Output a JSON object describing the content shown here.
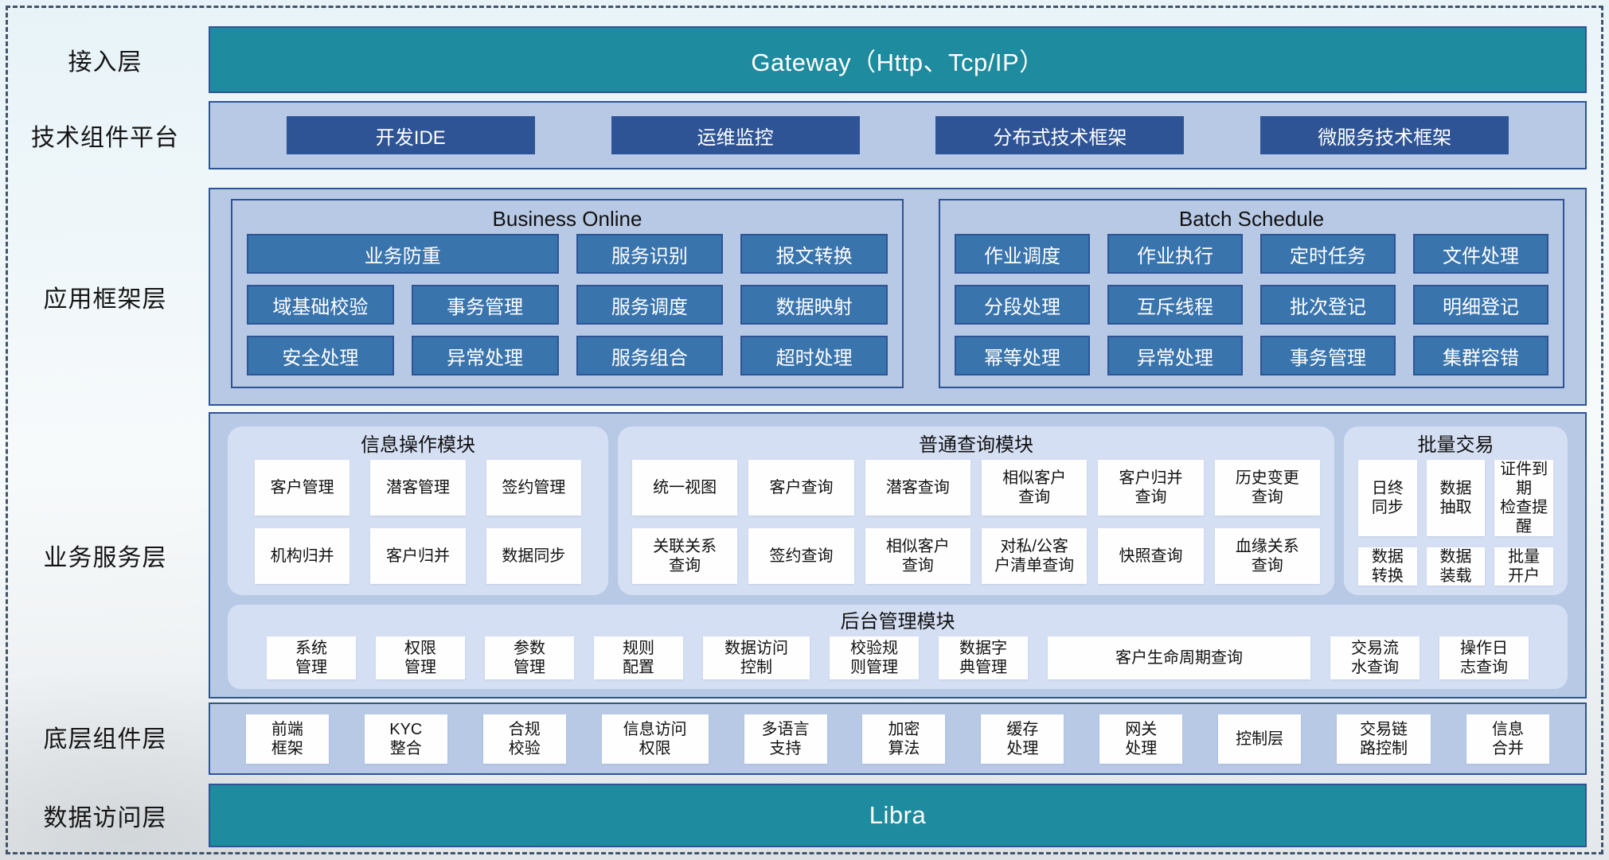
{
  "layers": {
    "access": {
      "label": "接入层",
      "gateway": "Gateway（Http、Tcp/IP）"
    },
    "tech": {
      "label": "技术组件平台",
      "items": [
        "开发IDE",
        "运维监控",
        "分布式技术框架",
        "微服务技术框架"
      ]
    },
    "framework": {
      "label": "应用框架层",
      "business_online": {
        "title": "Business Online",
        "wide": "业务防重",
        "row1": [
          "服务识别",
          "报文转换"
        ],
        "row2": [
          "域基础校验",
          "事务管理",
          "服务调度",
          "数据映射"
        ],
        "row3": [
          "安全处理",
          "异常处理",
          "服务组合",
          "超时处理"
        ]
      },
      "batch_schedule": {
        "title": "Batch Schedule",
        "rows": [
          [
            "作业调度",
            "作业执行",
            "定时任务",
            "文件处理"
          ],
          [
            "分段处理",
            "互斥线程",
            "批次登记",
            "明细登记"
          ],
          [
            "幂等处理",
            "异常处理",
            "事务管理",
            "集群容错"
          ]
        ]
      }
    },
    "service": {
      "label": "业务服务层",
      "info": {
        "title": "信息操作模块",
        "rows": [
          [
            "客户管理",
            "潜客管理",
            "签约管理"
          ],
          [
            "机构归并",
            "客户归并",
            "数据同步"
          ]
        ]
      },
      "query": {
        "title": "普通查询模块",
        "rows": [
          [
            "统一视图",
            "客户查询",
            "潜客查询",
            "相似客户\n查询",
            "客户归并\n查询",
            "历史变更\n查询"
          ],
          [
            "关联关系\n查询",
            "签约查询",
            "相似客户\n查询",
            "对私/公客\n户清单查询",
            "快照查询",
            "血缘关系\n查询"
          ]
        ]
      },
      "batch_trade": {
        "title": "批量交易",
        "rows": [
          [
            "日终\n同步",
            "数据\n抽取",
            "证件到期\n检查提醒"
          ],
          [
            "数据\n转换",
            "数据\n装载",
            "批量\n开户"
          ]
        ]
      },
      "admin": {
        "title": "后台管理模块",
        "items": [
          "系统\n管理",
          "权限\n管理",
          "参数\n管理",
          "规则\n配置",
          "数据访问\n控制",
          "校验规\n则管理",
          "数据字\n典管理",
          "客户生命周期查询",
          "交易流\n水查询",
          "操作日\n志查询"
        ]
      }
    },
    "base": {
      "label": "底层组件层",
      "items": [
        "前端\n框架",
        "KYC\n整合",
        "合规\n校验",
        "信息访问\n权限",
        "多语言\n支持",
        "加密\n算法",
        "缓存\n处理",
        "网关\n处理",
        "控制层",
        "交易链\n路控制",
        "信息\n合并"
      ]
    },
    "data_access": {
      "label": "数据访问层",
      "bar": "Libra"
    }
  },
  "colors": {
    "teal": "#1e8b9e",
    "navy": "#2e5496",
    "steel": "#3a74ad",
    "container_blue": "#b7c9e5",
    "panel_light": "#d5dff3",
    "frame_dash": "#41546b"
  }
}
